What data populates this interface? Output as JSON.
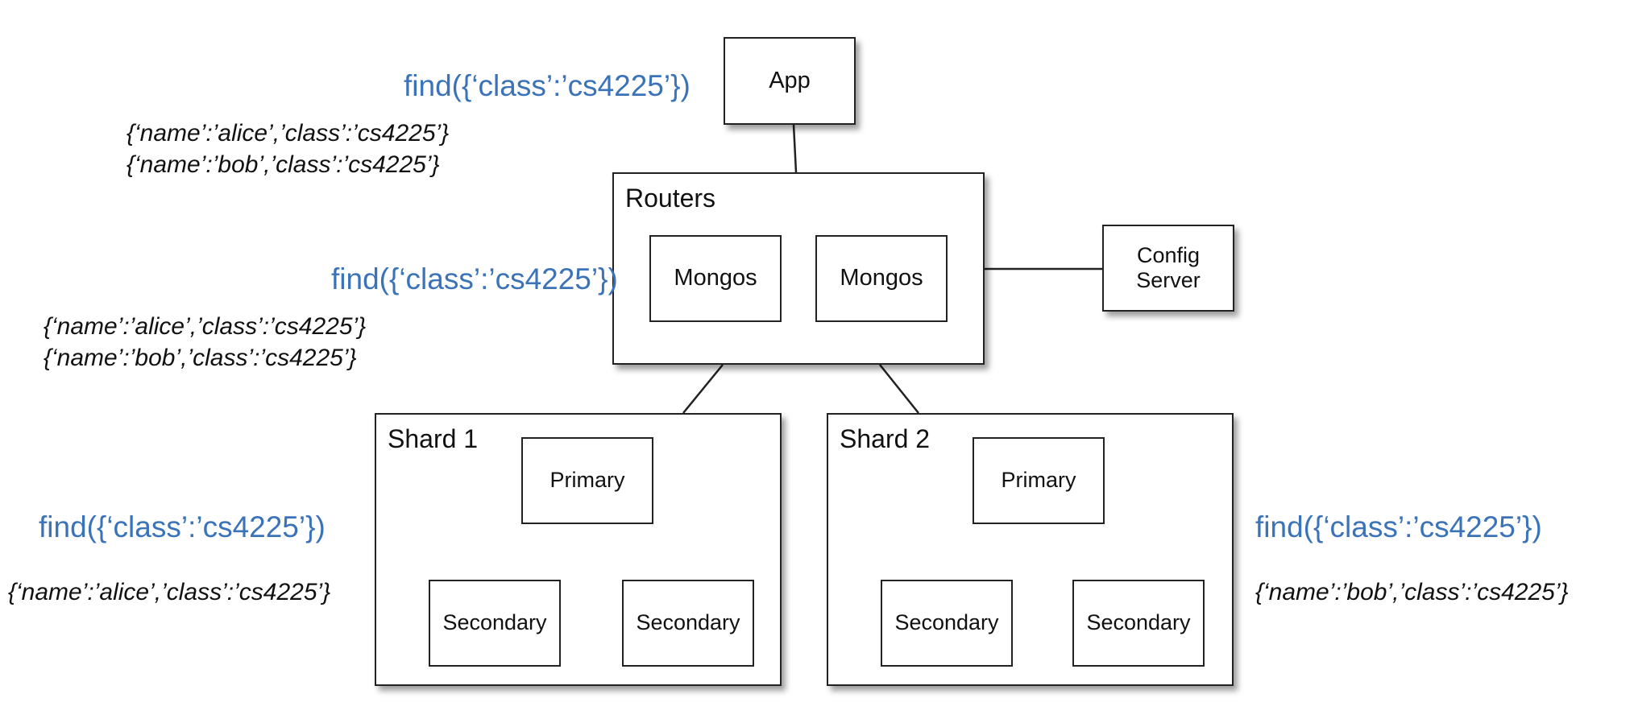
{
  "nodes": {
    "app": "App",
    "routers": "Routers",
    "mongos_1": "Mongos",
    "mongos_2": "Mongos",
    "config_server": [
      "Config",
      "Server"
    ],
    "shard_1": {
      "title": "Shard 1",
      "primary": "Primary",
      "secondary_1": "Secondary",
      "secondary_2": "Secondary"
    },
    "shard_2": {
      "title": "Shard 2",
      "primary": "Primary",
      "secondary_1": "Secondary",
      "secondary_2": "Secondary"
    }
  },
  "annotations": {
    "app_query": "find({‘class’:’cs4225’})",
    "app_results": [
      "{‘name’:’alice’,’class’:’cs4225’}",
      "{‘name’:’bob’,’class’:’cs4225’}"
    ],
    "router_query": "find({‘class’:’cs4225’})",
    "router_results": [
      "{‘name’:’alice’,’class’:’cs4225’}",
      "{‘name’:’bob’,’class’:’cs4225’}"
    ],
    "shard_1_query": "find({‘class’:’cs4225’})",
    "shard_1_results": [
      "{‘name’:’alice’,’class’:’cs4225’}"
    ],
    "shard_2_query": "find({‘class’:’cs4225’})",
    "shard_2_results": [
      "{‘name’:’bob’,’class’:’cs4225’}"
    ]
  },
  "colors": {
    "query_text": "#3b73b9",
    "box_border": "#222222",
    "result_text": "#111111"
  }
}
